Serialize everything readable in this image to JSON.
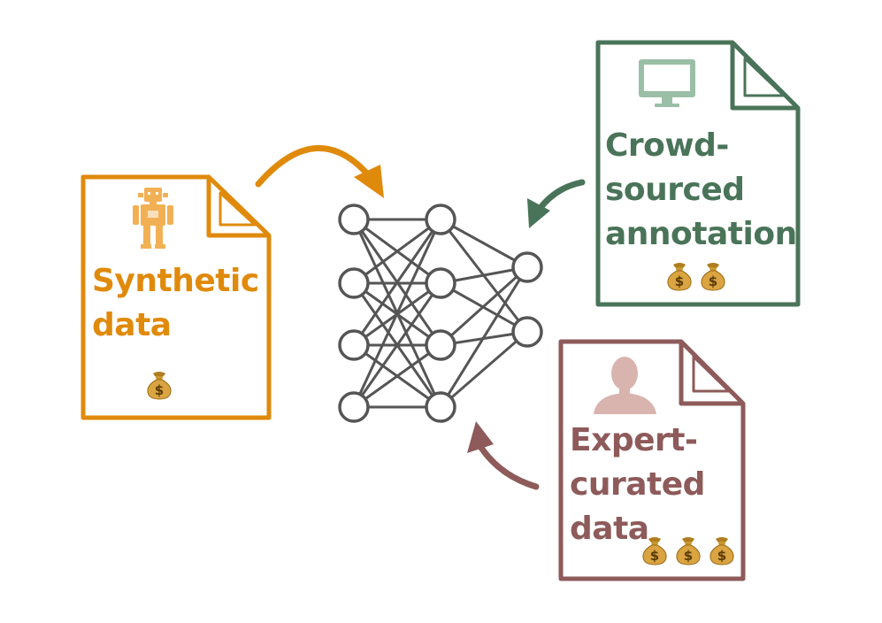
{
  "synthetic": {
    "lines": [
      "Synthetic",
      "data"
    ],
    "color": "#E08A0C",
    "icon": "robot-icon",
    "cost_bags": 1
  },
  "crowd": {
    "lines": [
      "Crowd-",
      "sourced",
      "annotation"
    ],
    "color": "#4A7459",
    "icon": "monitor-icon",
    "cost_bags": 2
  },
  "expert": {
    "lines": [
      "Expert-",
      "curated",
      "data"
    ],
    "color": "#8E5A5A",
    "icon": "person-icon",
    "cost_bags": 3
  },
  "network": {
    "layers": [
      4,
      4,
      2
    ],
    "color": "#555555"
  },
  "cost_icon": "money-bag-icon"
}
